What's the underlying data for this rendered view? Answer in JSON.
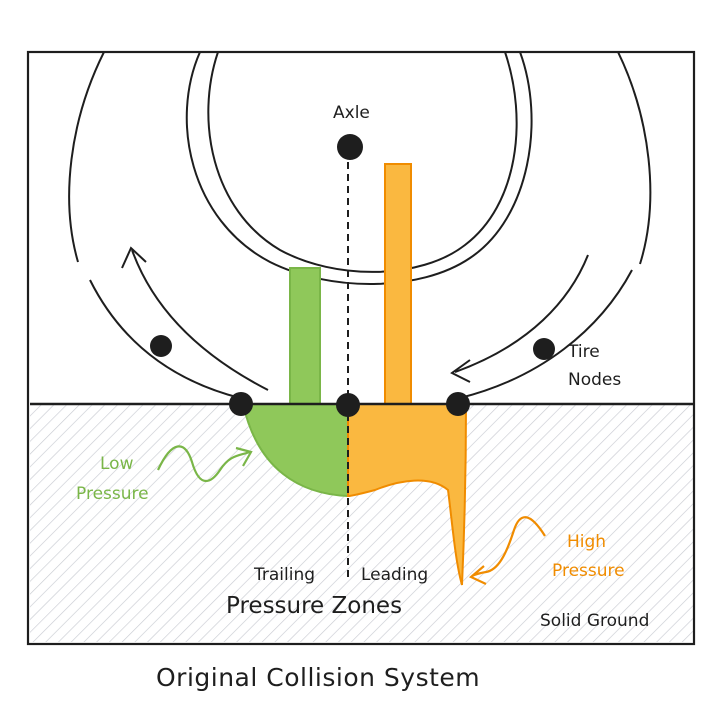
{
  "diagram": {
    "title": "Original Collision System",
    "labels": {
      "axle": "Axle",
      "tire_nodes_line1": "Tire",
      "tire_nodes_line2": "Nodes",
      "low_pressure_line1": "Low",
      "low_pressure_line2": "Pressure",
      "high_pressure_line1": "High",
      "high_pressure_line2": "Pressure",
      "trailing": "Trailing",
      "leading": "Leading",
      "pressure_zones": "Pressure Zones",
      "solid_ground": "Solid Ground"
    },
    "colors": {
      "ink": "#1e1e1e",
      "low_pressure": "#7ab648",
      "low_pressure_fill": "#8fc85a",
      "high_pressure": "#f08c00",
      "high_pressure_fill": "#fab840",
      "ground_hatch": "#c9cbd2"
    }
  }
}
